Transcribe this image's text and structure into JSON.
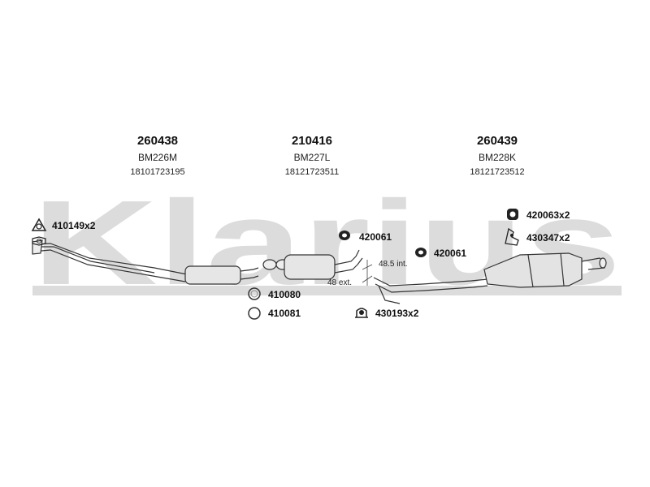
{
  "watermark": {
    "text": "Klarius",
    "color": "#d9d9d9"
  },
  "parts": [
    {
      "code": "260438",
      "model": "BM226M",
      "oem": "18101723195"
    },
    {
      "code": "210416",
      "model": "BM227L",
      "oem": "18121723511"
    },
    {
      "code": "260439",
      "model": "BM228K",
      "oem": "18121723512"
    }
  ],
  "fittings": {
    "gasket_front": "410149x2",
    "rubber_mount_1": "420061",
    "rubber_mount_2": "420061",
    "ring_1": "410080",
    "ring_2": "410081",
    "clamp_kit": "430193x2",
    "rubber_rear": "420063x2",
    "bracket_rear": "430347x2"
  },
  "dimensions": {
    "int": "48.5 int.",
    "ext": "48 ext."
  },
  "icons": {
    "gasket": "triangle-gasket-icon",
    "rubber": "rubber-mount-icon",
    "ring": "ring-icon",
    "clamp": "clamp-icon",
    "bracket": "bracket-icon"
  }
}
